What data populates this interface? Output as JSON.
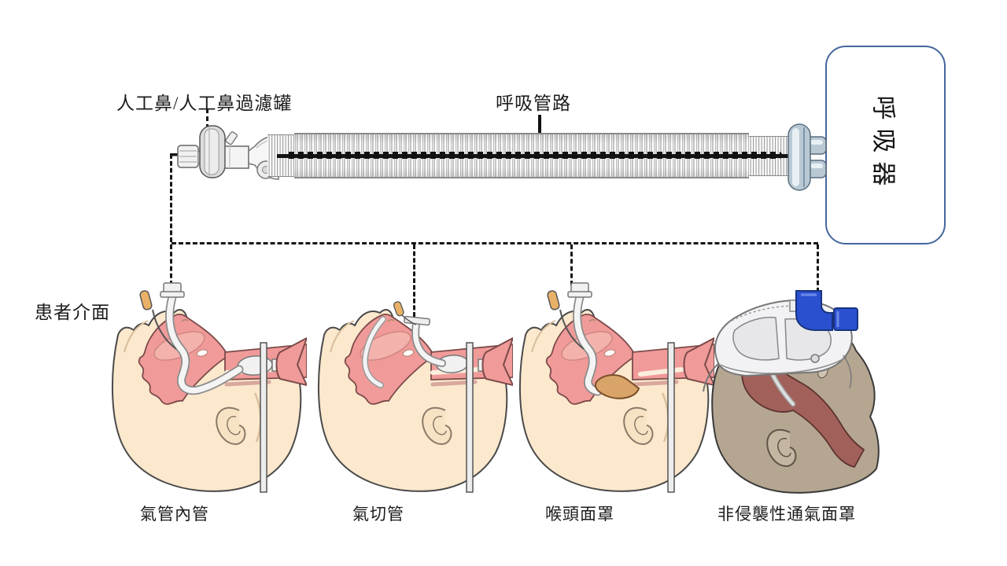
{
  "labels": {
    "hme": "人工鼻/人工鼻過濾罐",
    "circuit": "呼吸管路",
    "ventilator": "呼吸器",
    "patient_interface": "患者介面"
  },
  "interfaces": [
    {
      "key": "ett",
      "label": "氣管內管"
    },
    {
      "key": "trach",
      "label": "氣切管"
    },
    {
      "key": "lma",
      "label": "喉頭面罩"
    },
    {
      "key": "niv",
      "label": "非侵襲性通氣面罩"
    }
  ],
  "palette": {
    "skin": "#fbe8cd",
    "skin_outline": "#4a4a4a",
    "airway_pink": "#f09b99",
    "airway_outline": "#7c4a4a",
    "tongue": "#f4b2ad",
    "tube_white": "#f4f4f4",
    "tube_outline": "#8a8a8a",
    "balloon_tip": "#e9b168",
    "lma_bowl": "#d8a468",
    "niv_skin": "#b5a691",
    "niv_airway": "#a2605a",
    "mask_white": "#f2f2f4",
    "mask_blue": "#2b50cf",
    "bar_gray": "#ededed",
    "steel": "#b9c9d4",
    "steel_dark": "#5a6e7e",
    "steel_light": "#e8f0f4",
    "box_border": "#44679e",
    "dash_color": "#151515",
    "text": "#1c1c1c"
  }
}
